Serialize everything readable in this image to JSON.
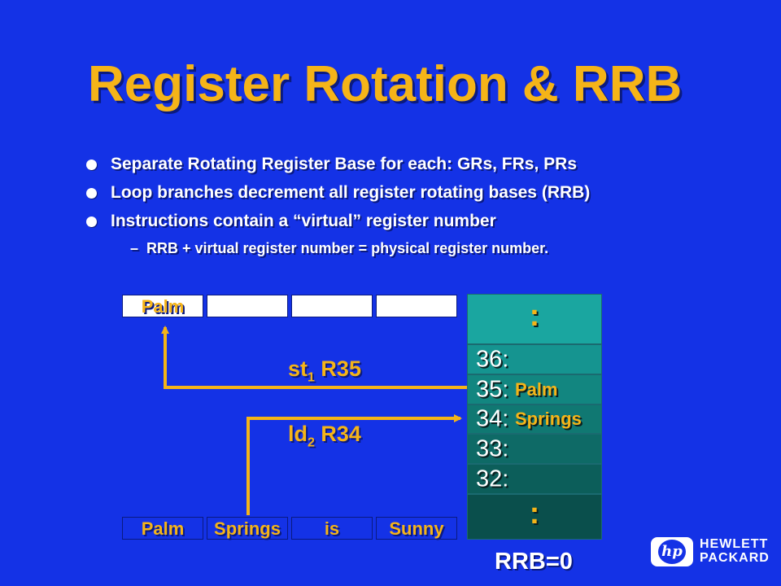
{
  "title": "Register Rotation & RRB",
  "bullets": [
    "Separate Rotating Register Base for each: GRs, FRs, PRs",
    "Loop branches decrement all register rotating bases (RRB)",
    "Instructions contain a “virtual” register number"
  ],
  "sub_bullet": {
    "dash": "–",
    "text": "RRB + virtual register number = physical register number."
  },
  "memory_top": [
    "Palm",
    "",
    "",
    ""
  ],
  "memory_bottom": [
    "Palm",
    "Springs",
    "is",
    "Sunny"
  ],
  "registers": {
    "dots": ":",
    "rows": [
      {
        "num": "36:",
        "value": ""
      },
      {
        "num": "35:",
        "value": "Palm"
      },
      {
        "num": "34:",
        "value": "Springs"
      },
      {
        "num": "33:",
        "value": ""
      },
      {
        "num": "32:",
        "value": ""
      }
    ]
  },
  "store_instr": {
    "op": "st",
    "sub": "1",
    "reg": " R35"
  },
  "load_instr": {
    "op": "ld",
    "sub": "2",
    "reg": " R34"
  },
  "rrb_label": "RRB=0",
  "logo": {
    "mark": "hp",
    "line1": "HEWLETT",
    "line2": "PACKARD"
  },
  "colors": {
    "background": "#1432e6",
    "accent": "#f5b418",
    "text": "#ffffff"
  }
}
